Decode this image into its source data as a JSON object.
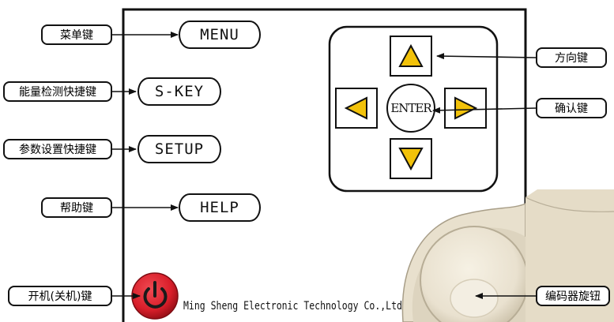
{
  "panel": {
    "keys": {
      "menu": "MENU",
      "skey": "S-KEY",
      "setup": "SETUP",
      "help": "HELP",
      "enter": "ENTER"
    },
    "manufacturer": "Ming Sheng Electronic Technology Co.,Ltd"
  },
  "callouts": {
    "menu": "菜单键",
    "skey": "能量检测快捷键",
    "setup": "参数设置快捷键",
    "help": "帮助键",
    "power": "开机(关机)键",
    "direction": "方向键",
    "confirm": "确认键",
    "encoder": "编码器旋钮"
  },
  "colors": {
    "arrow_fill": "#f2c20a",
    "power_red": "#d81e2a",
    "knob": "#efe8d8",
    "line": "#111111"
  }
}
